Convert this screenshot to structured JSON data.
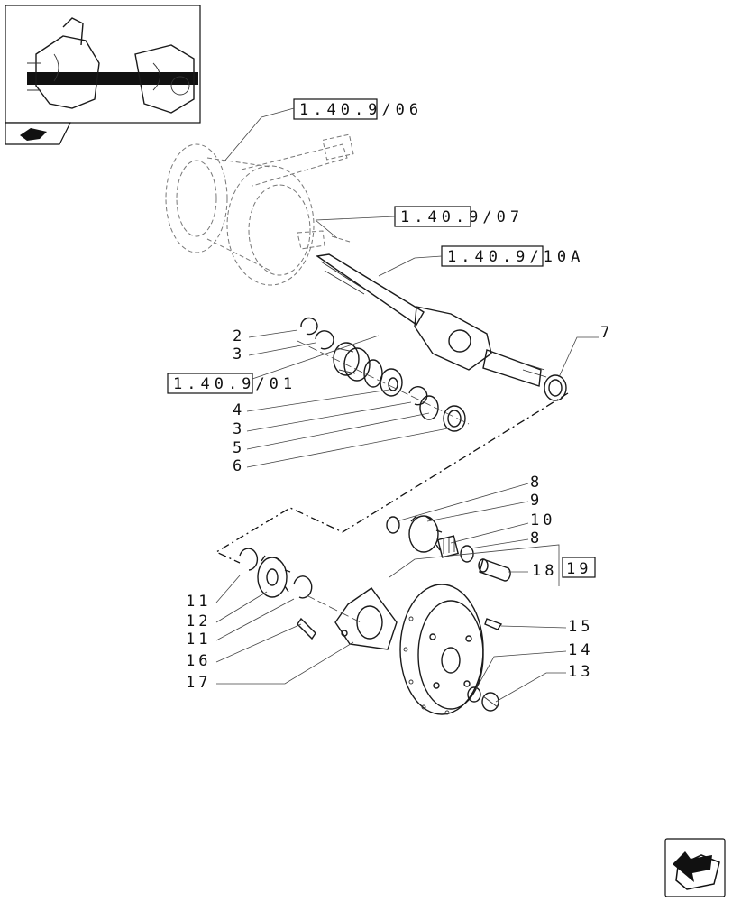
{
  "thumbnail": {
    "icon": "axle-assembly-thumbnail"
  },
  "nav_icons": {
    "top": "book-arrow-icon",
    "bottom": "next-page-arrow-icon"
  },
  "references": {
    "ref_06": "1.40.9/06",
    "ref_07": "1.40.9/07",
    "ref_10a": "1.40.9/10A",
    "ref_01": "1.40.9/01"
  },
  "callouts": {
    "c2": "2",
    "c3a": "3",
    "c4": "4",
    "c3b": "3",
    "c5": "5",
    "c6": "6",
    "c7": "7",
    "c8a": "8",
    "c9": "9",
    "c10": "10",
    "c8b": "8",
    "c18": "18",
    "c19": "19",
    "c11a": "11",
    "c12": "12",
    "c11b": "11",
    "c16": "16",
    "c17": "17",
    "c15": "15",
    "c14": "14",
    "c13": "13"
  }
}
